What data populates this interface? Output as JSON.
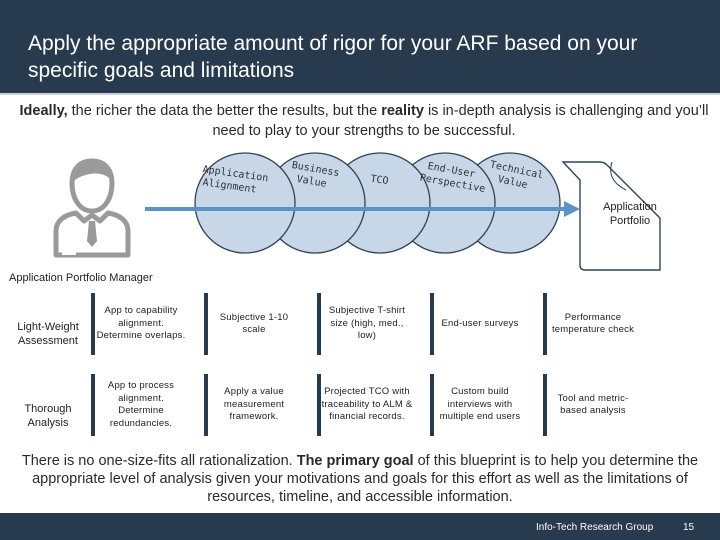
{
  "header": {
    "title": "Apply the appropriate amount of rigor for your ARF based on your specific goals and limitations"
  },
  "intro": {
    "lead_bold": "Ideally,",
    "part1": " the richer the data the better the results, but the ",
    "reality_bold": "reality",
    "part2": " is in-depth analysis is challenging and you’ll need to play to your strengths to be successful."
  },
  "diagram": {
    "circles": [
      {
        "line1": "Application",
        "line2": "Alignment"
      },
      {
        "line1": "Business",
        "line2": "Value"
      },
      {
        "line1": "TCO",
        "line2": ""
      },
      {
        "line1": "End-User",
        "line2": "Perspective"
      },
      {
        "line1": "Technical",
        "line2": "Value"
      }
    ],
    "portfolio_label_1": "Application",
    "portfolio_label_2": "Portfolio",
    "manager_label": "Application Portfolio Manager",
    "colors": {
      "circle_fill": "#c7d7e8",
      "circle_stroke": "#2f4358",
      "arrow": "#5c93c7",
      "navy": "#283a4e"
    }
  },
  "grid": {
    "rows": [
      {
        "label_1": "Light-Weight",
        "label_2": "Assessment",
        "cells": [
          "App to capability alignment. Determine overlaps.",
          "Subjective 1-10 scale",
          "Subjective T-shirt size (high, med., low)",
          "End-user surveys",
          "Performance temperature check"
        ]
      },
      {
        "label_1": "Thorough",
        "label_2": "Analysis",
        "cells": [
          "App to process alignment. Determine redundancies.",
          "Apply a value measurement framework.",
          "Projected TCO with traceability to ALM & financial records.",
          "Custom build interviews with multiple end users",
          "Tool and metric-based analysis"
        ]
      }
    ]
  },
  "closing": {
    "part1": "There is no one-size-fits all rationalization. ",
    "goal_bold": "The primary goal",
    "part2": " of this blueprint is to help you determine the appropriate level of analysis given your motivations and goals for this effort as well as the limitations of resources, timeline, and accessible information."
  },
  "footer": {
    "brand": "Info-Tech Research Group",
    "page": "15"
  }
}
